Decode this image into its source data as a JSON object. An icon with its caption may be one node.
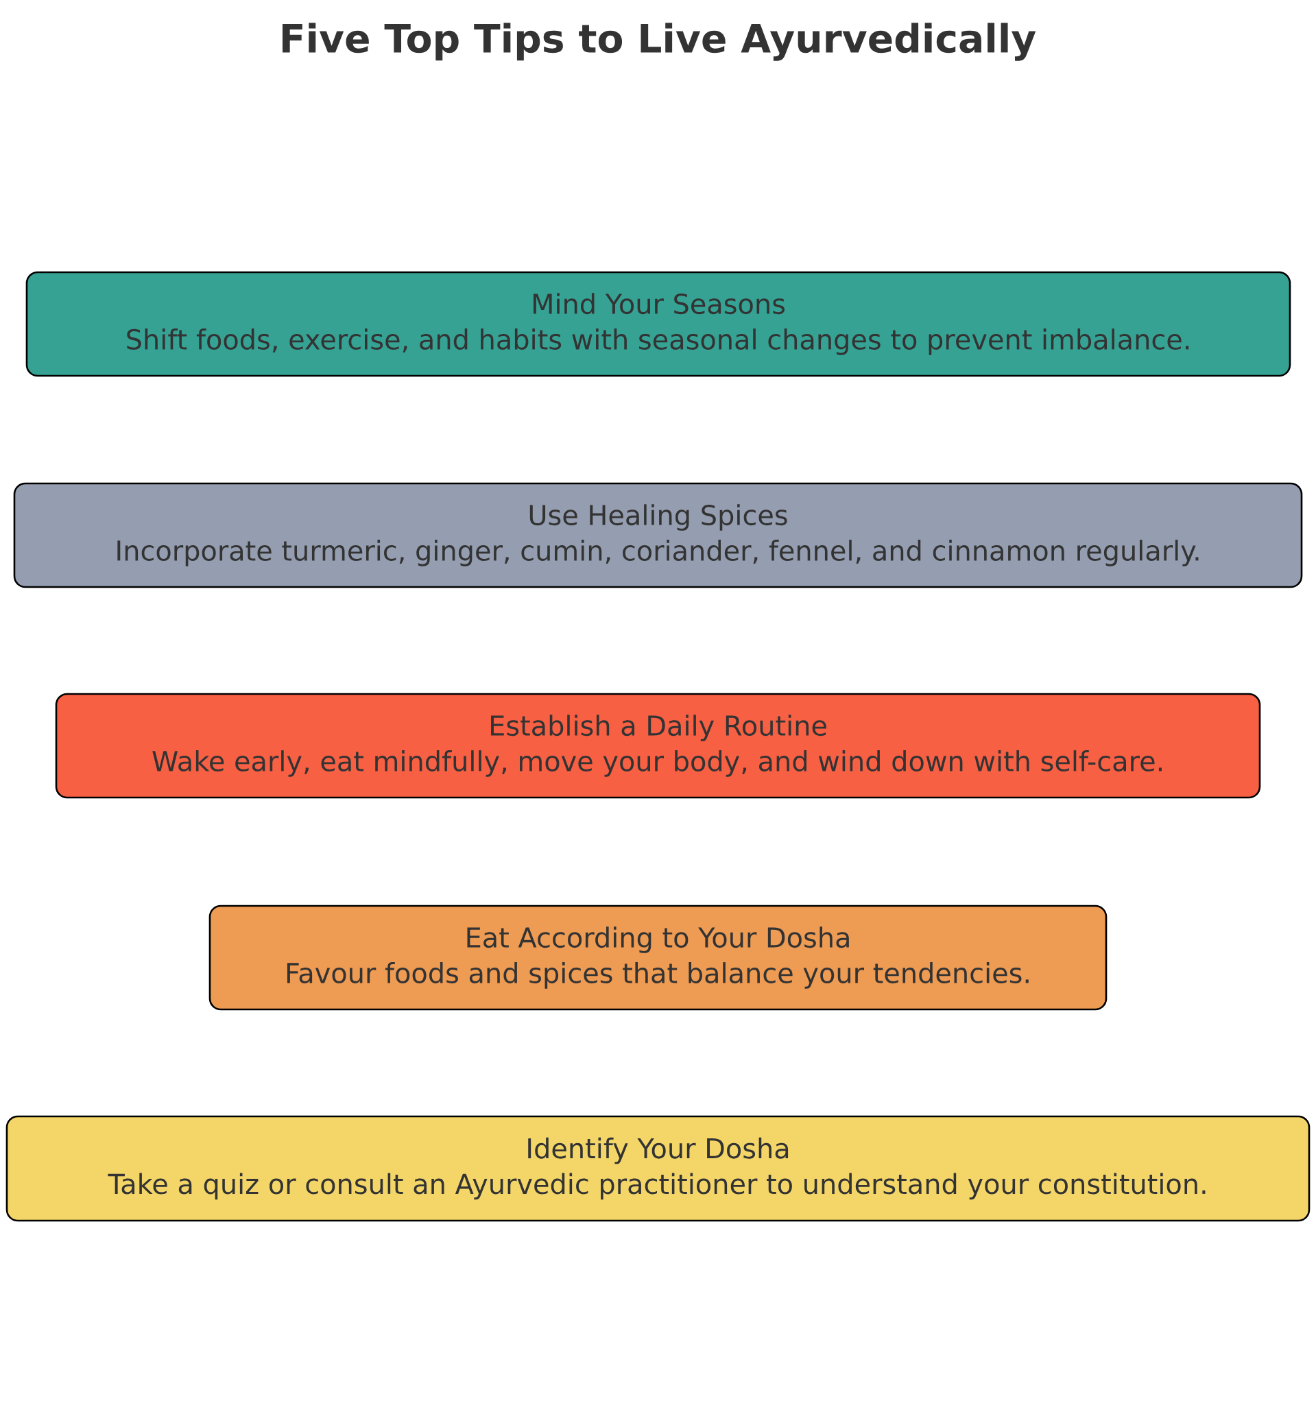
{
  "diagram": {
    "title": "Five Top Tips to Live Ayurvedically",
    "nodes": [
      {
        "text": [
          "Mind Your Seasons",
          "Shift foods, exercise, and habits with seasonal changes to prevent imbalance."
        ]
      },
      {
        "text": [
          "Use Healing Spices",
          "Incorporate turmeric, ginger, cumin, coriander, fennel, and cinnamon regularly."
        ]
      },
      {
        "text": [
          "Establish a Daily Routine",
          "Wake early, eat mindfully, move your body, and wind down with self-care."
        ]
      },
      {
        "text": [
          "Eat According to Your Dosha",
          "Favour foods and spices that balance your tendencies."
        ]
      },
      {
        "text": [
          "Identify Your Dosha",
          "Take a quiz or consult an Ayurvedic practitioner to understand your constitution."
        ]
      }
    ]
  }
}
